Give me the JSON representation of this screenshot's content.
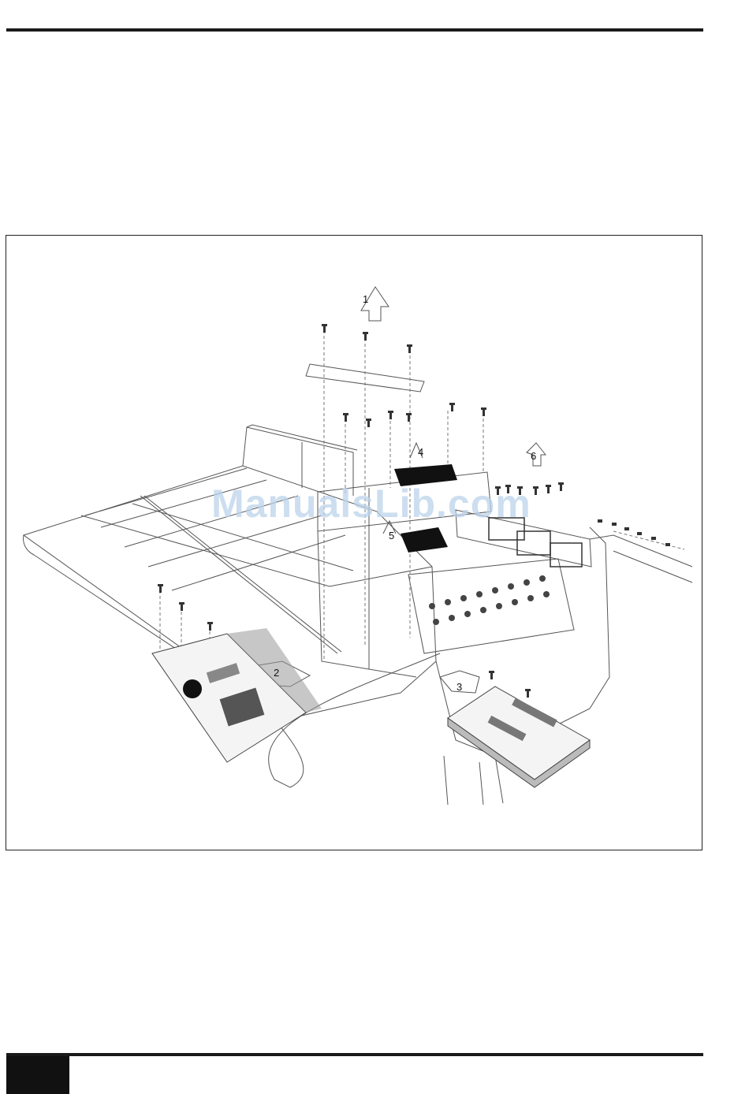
{
  "figure": {
    "watermark": "ManualsLib.com",
    "callouts": [
      "1",
      "2",
      "3",
      "4",
      "5",
      "6"
    ]
  },
  "colors": {
    "rule": "#1a1a1a",
    "watermark": "#bcd3ea",
    "line": "#555555"
  }
}
